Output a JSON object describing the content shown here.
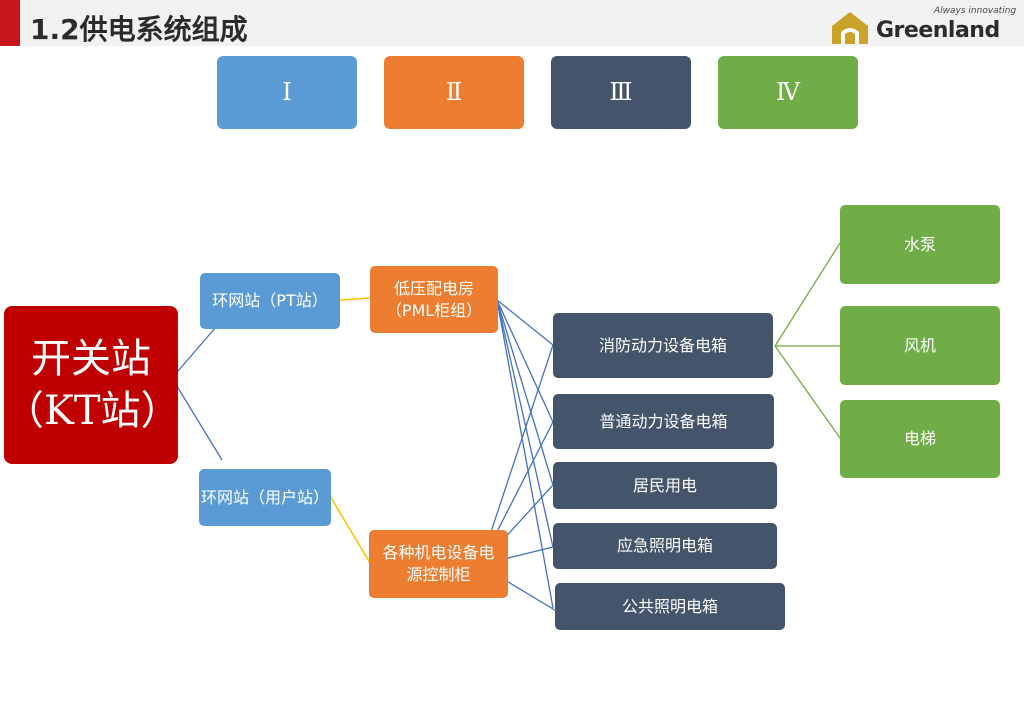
{
  "title": "1.2供电系统组成",
  "logo": {
    "tagline": "Always innovating",
    "name": "Greenland"
  },
  "legend": [
    "Ⅰ",
    "Ⅱ",
    "Ⅲ",
    "Ⅳ"
  ],
  "nodes": {
    "kt": [
      "开关站",
      "（KT站）"
    ],
    "pt_station": "环网站（PT站）",
    "user_station": "环网站（用户站）",
    "low_voltage": [
      "低压配电房",
      "（PML柜组）"
    ],
    "mep_cabinet": [
      "各种机电设备电",
      "源控制柜"
    ],
    "fire_power": "消防动力设备电箱",
    "normal_power": "普通动力设备电箱",
    "residential": "居民用电",
    "emergency_light": "应急照明电箱",
    "public_light": "公共照明电箱",
    "water_pump": "水泵",
    "fan": "风机",
    "elevator": "电梯"
  },
  "colors": {
    "level1": "#5b9bd5",
    "level2": "#ed7d31",
    "level3": "#44546a",
    "level4": "#70ad47",
    "root": "#c00000",
    "accent": "#c8161d"
  }
}
